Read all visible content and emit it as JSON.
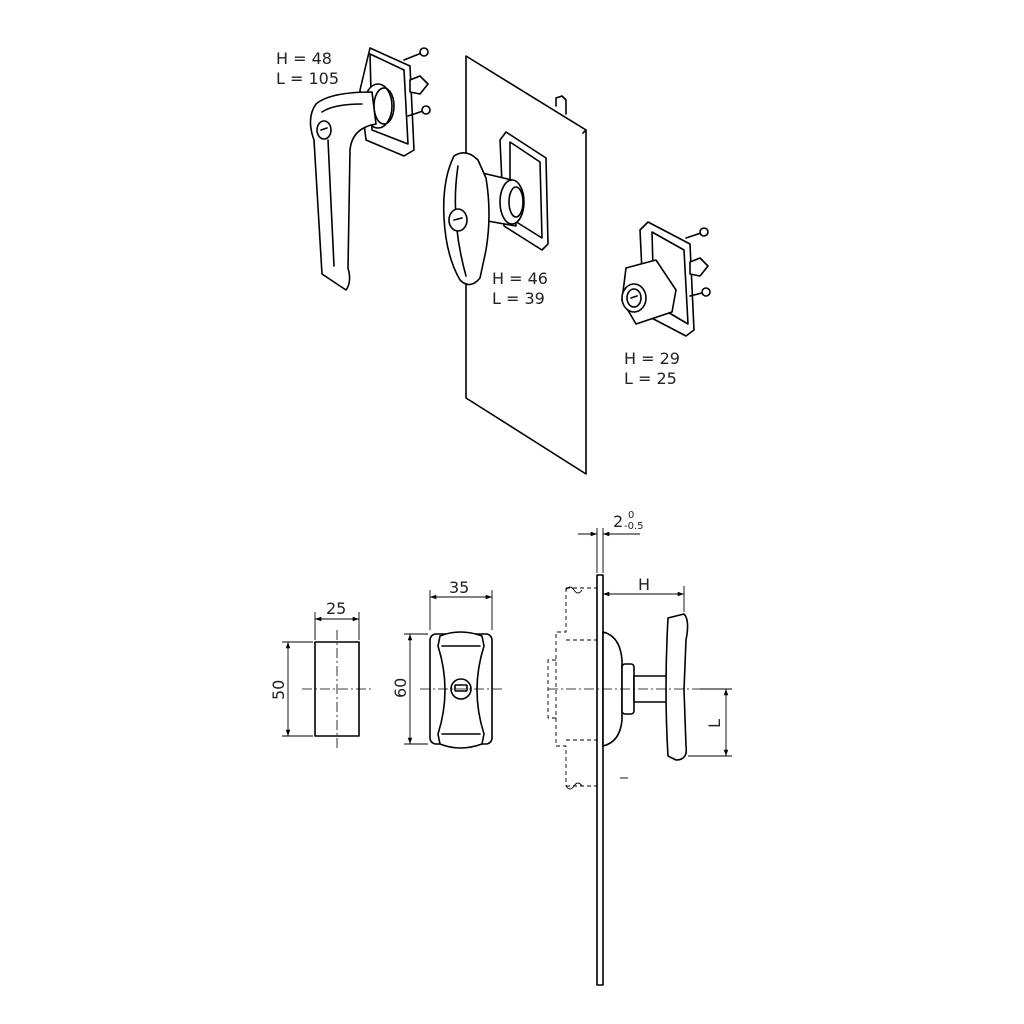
{
  "handles": {
    "lever": {
      "h_label": "H = 48",
      "l_label": "L = 105"
    },
    "t_handle": {
      "h_label": "H = 46",
      "l_label": "L = 39"
    },
    "compact": {
      "h_label": "H = 29",
      "l_label": "L = 25"
    }
  },
  "dimensions": {
    "block_width": "25",
    "block_height": "50",
    "front_width": "35",
    "front_height": "60",
    "panel_thickness": "2",
    "panel_tol_upper": "0",
    "panel_tol_lower": "-0.5",
    "side_h": "H",
    "side_l": "L"
  }
}
